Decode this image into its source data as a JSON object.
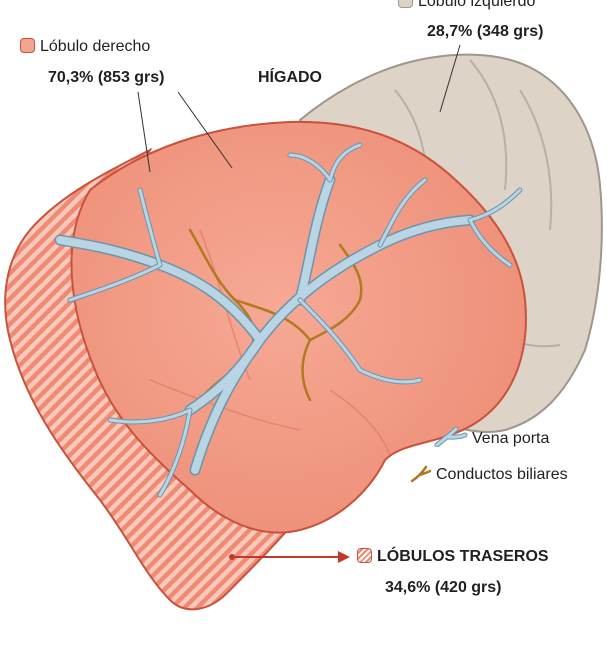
{
  "left_lobe": {
    "name": "Lóbulo izquierdo",
    "value": "28,7% (348 grs)"
  },
  "right_lobe": {
    "name": "Lóbulo derecho",
    "value": "70,3% (853 grs)"
  },
  "title": "HÍGADO",
  "legend": {
    "portal_vein": "Vena porta",
    "bile_ducts": "Conductos biliares"
  },
  "back_lobes": {
    "name": "LÓBULOS TRASEROS",
    "value": "34,6% (420 grs)"
  },
  "colors": {
    "right_lobe_fill": "#f29c88",
    "right_lobe_stroke": "#c8523c",
    "left_lobe_fill": "#ddd3c6",
    "left_lobe_stroke": "#9f968c",
    "portal_vein": "#b9d4e3",
    "portal_vein_stroke": "#6b95ad",
    "bile_ducts": "#b07a1e",
    "pointer_arrow": "#c0392b"
  }
}
